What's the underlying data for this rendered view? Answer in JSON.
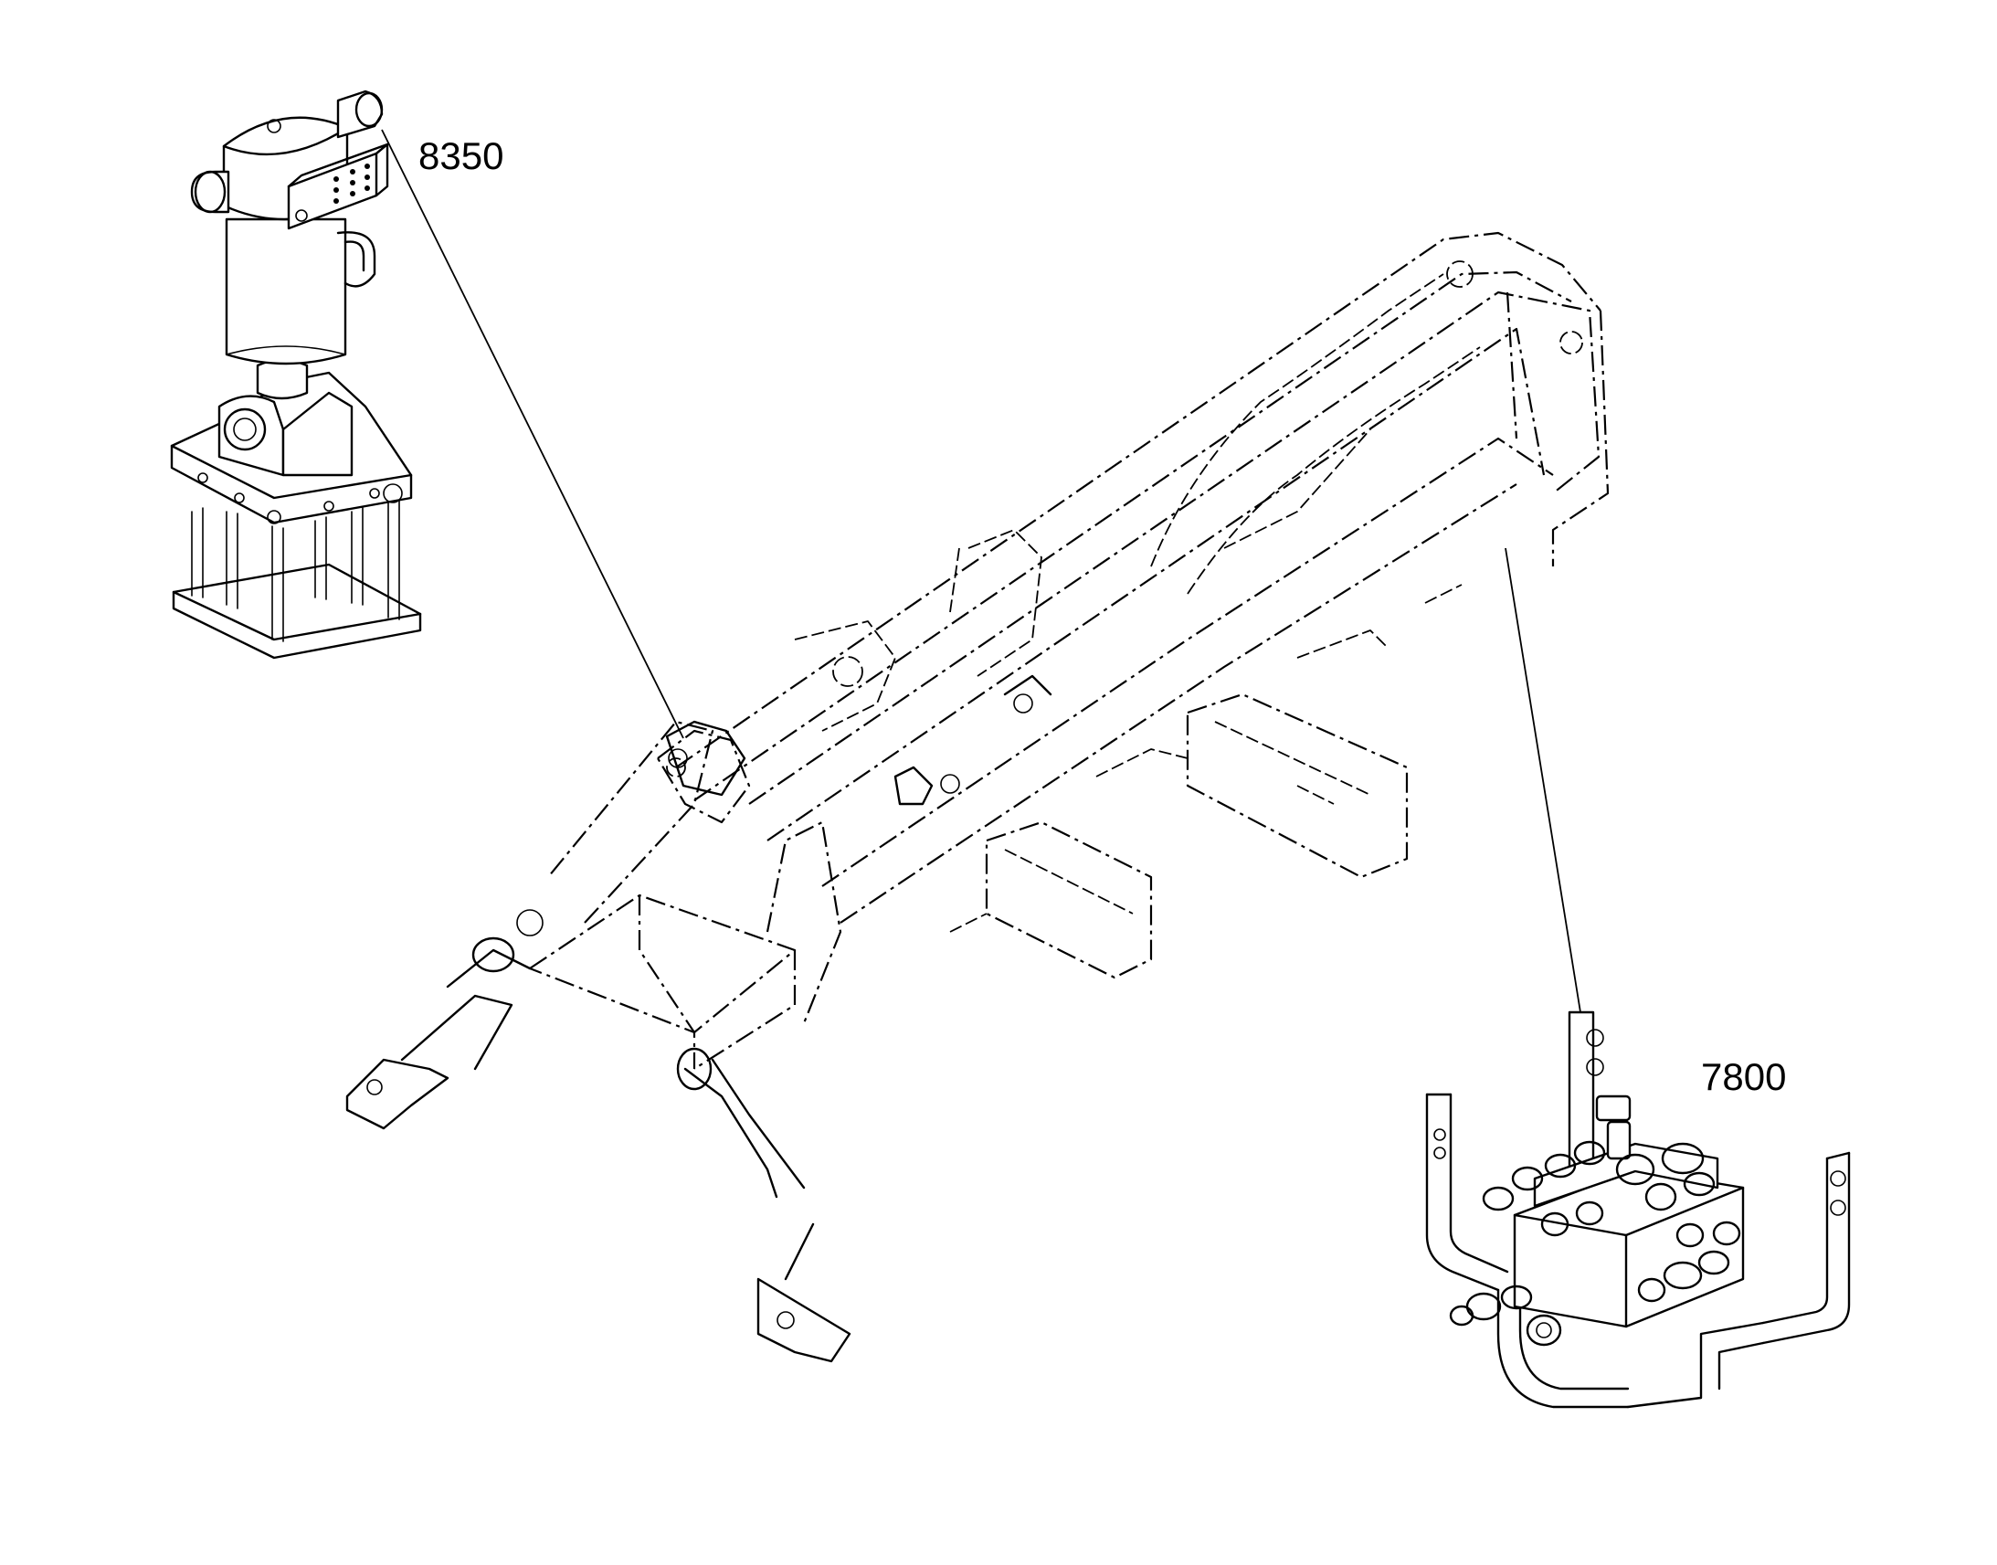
{
  "callouts": [
    {
      "id": "8350",
      "label": "8350"
    },
    {
      "id": "7800",
      "label": "7800"
    }
  ]
}
